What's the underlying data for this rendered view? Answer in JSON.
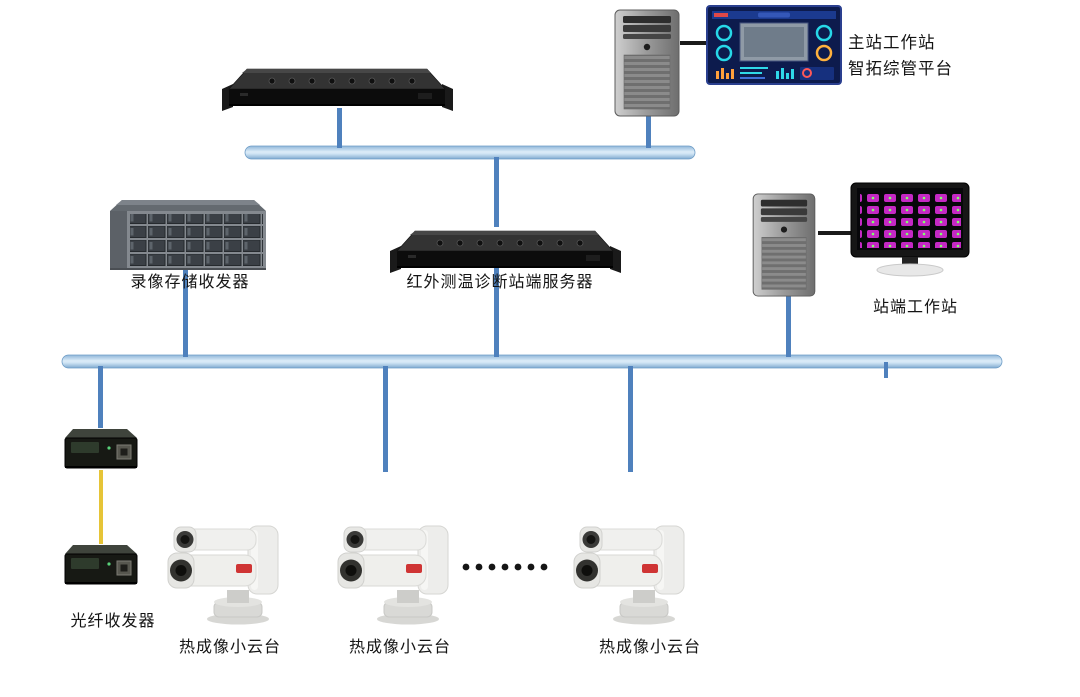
{
  "diagram": {
    "master_workstation": {
      "label_line1": "主站工作站",
      "label_line2": "智拓综管平台"
    },
    "storage_server": {
      "label": "录像存储收发器"
    },
    "station_server": {
      "label": "红外测温诊断站端服务器"
    },
    "station_workstation": {
      "label": "站端工作站"
    },
    "fiber_transceiver": {
      "label": "光纤收发器"
    },
    "cameras": [
      {
        "label": "热成像小云台"
      },
      {
        "label": "热成像小云台"
      },
      {
        "label": "热成像小云台"
      }
    ],
    "colors": {
      "line": "#4f81bd",
      "bus_light": "#d6e7f5",
      "bus_dark": "#86afd4",
      "cable_yellow": "#e6c437",
      "cable_black": "#1a1a1a"
    }
  }
}
